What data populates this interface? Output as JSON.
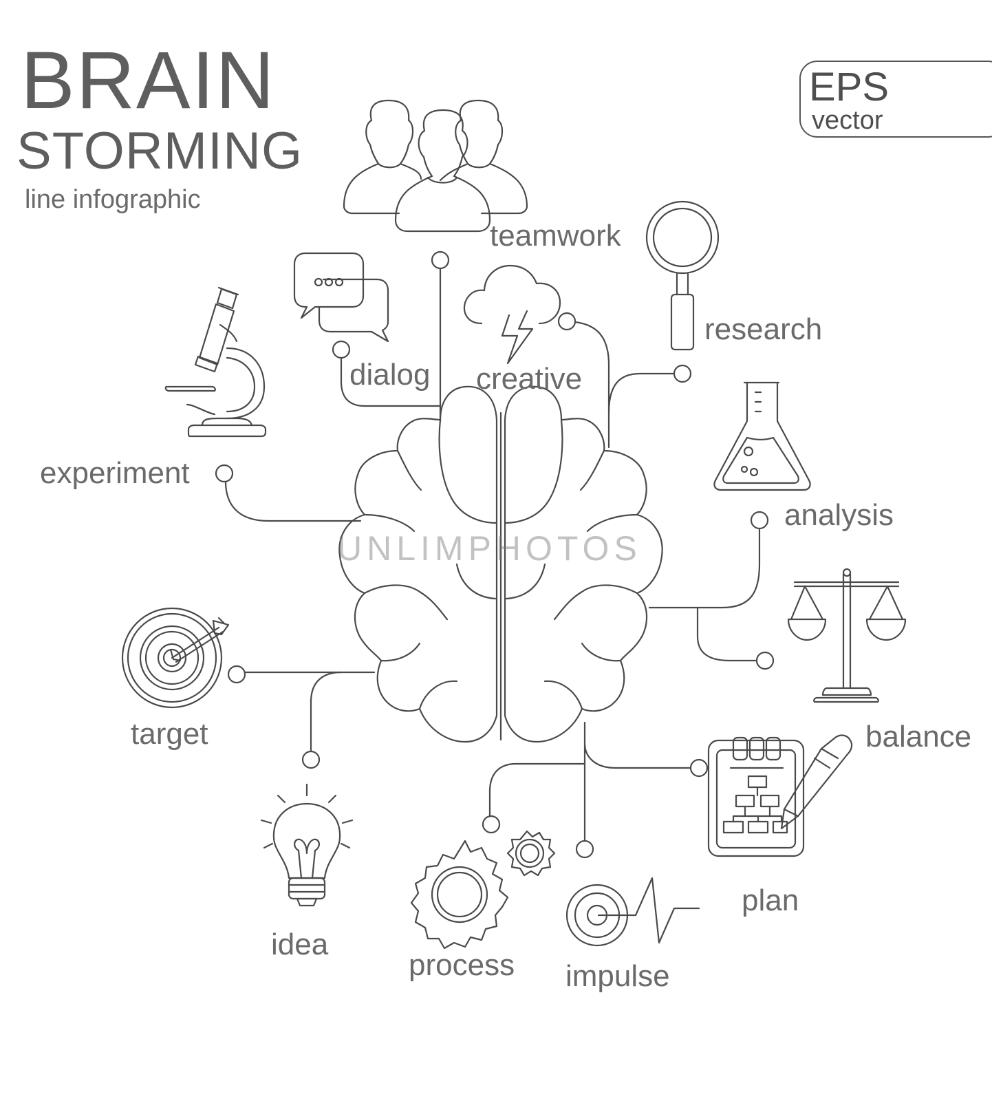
{
  "header": {
    "title": "BRAIN",
    "subtitle": "STORMING",
    "note": "line infographic"
  },
  "badge": {
    "main": "EPS",
    "sub": "vector"
  },
  "watermark": "UNLIMPHOTOS",
  "nodes": [
    {
      "id": "teamwork",
      "label": "teamwork",
      "icon": "people-group-icon"
    },
    {
      "id": "research",
      "label": "research",
      "icon": "magnifier-icon"
    },
    {
      "id": "dialog",
      "label": "dialog",
      "icon": "chat-bubbles-icon"
    },
    {
      "id": "creative",
      "label": "creative",
      "icon": "cloud-lightning-icon"
    },
    {
      "id": "experiment",
      "label": "experiment",
      "icon": "microscope-icon"
    },
    {
      "id": "analysis",
      "label": "analysis",
      "icon": "flask-icon"
    },
    {
      "id": "balance",
      "label": "balance",
      "icon": "scales-icon"
    },
    {
      "id": "target",
      "label": "target",
      "icon": "target-icon"
    },
    {
      "id": "idea",
      "label": "idea",
      "icon": "lightbulb-icon"
    },
    {
      "id": "process",
      "label": "process",
      "icon": "gears-icon"
    },
    {
      "id": "impulse",
      "label": "impulse",
      "icon": "pulse-icon"
    },
    {
      "id": "plan",
      "label": "plan",
      "icon": "clipboard-plan-icon"
    }
  ],
  "colors": {
    "line": "#4a4a4a",
    "text": "#6a6a6a",
    "background": "#ffffff"
  }
}
